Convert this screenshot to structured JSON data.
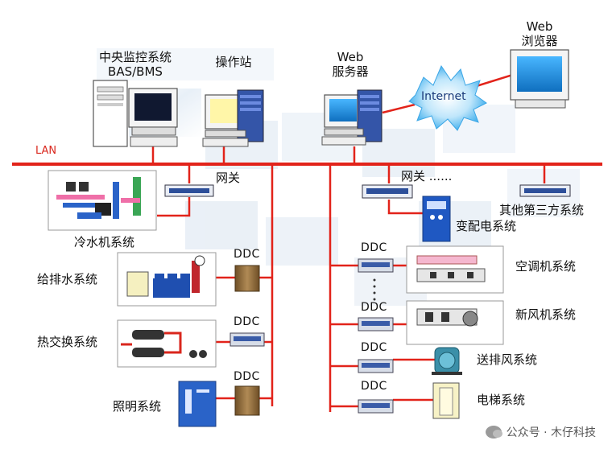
{
  "lan": {
    "label": "LAN"
  },
  "nodes": {
    "bms": {
      "line1": "中央监控系统",
      "line2": "BAS/BMS"
    },
    "workstation": {
      "label": "操作站"
    },
    "web_server": {
      "line1": "Web",
      "line2": "服务器"
    },
    "internet": {
      "label": "Internet"
    },
    "browser": {
      "line1": "Web",
      "line2": "浏览器"
    }
  },
  "gateways": {
    "left": {
      "label": "网关"
    },
    "middle": {
      "label": "网关 ......"
    }
  },
  "third_party": {
    "label": "其他第三方系统"
  },
  "left_systems": [
    {
      "label": "冷水机系统"
    },
    {
      "label": "给排水系统",
      "ddc": "DDC"
    },
    {
      "label": "热交换系统",
      "ddc": "DDC"
    },
    {
      "label": "照明系统",
      "ddc": "DDC"
    }
  ],
  "power_system": {
    "label": "变配电系统"
  },
  "right_systems": [
    {
      "label": "空调机系统",
      "ddc": "DDC"
    },
    {
      "label": "新风机系统",
      "ddc": "DDC"
    },
    {
      "label": "送排风系统",
      "ddc": "DDC"
    },
    {
      "label": "电梯系统",
      "ddc": "DDC"
    }
  ],
  "watermark": {
    "text": "公众号 · 木仔科技"
  },
  "colors": {
    "lan": "#e2231a",
    "screen": "#1f8fd8",
    "ddc_box": "#8b6a3a",
    "cabinet": "#2a63c8"
  }
}
